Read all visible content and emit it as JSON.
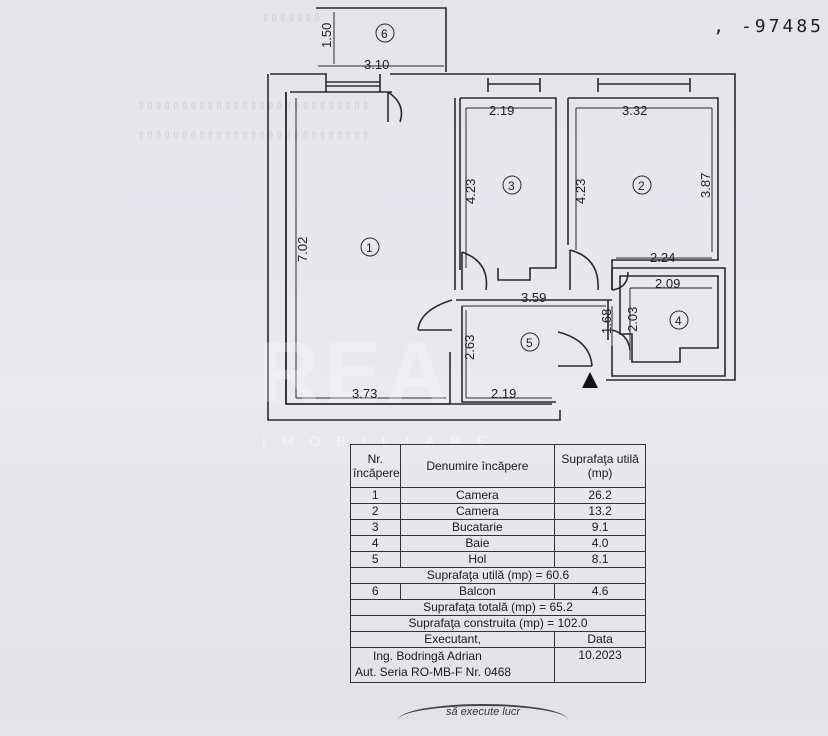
{
  "document_number": ", -97485",
  "plan": {
    "dimensions": {
      "balcony_height": "1.50",
      "balcony_width": "3.10",
      "kitchen_width": "2.19",
      "room2_width": "3.32",
      "kitchen_height": "4.23",
      "room2_height_left": "4.23",
      "room2_height_right": "3.87",
      "room1_height": "7.02",
      "room2_bottom": "2.24",
      "bath_width": "2.09",
      "hall_width": "3.59",
      "bath_height": "2.03",
      "hall_height": "2.63",
      "hall_inner_height": "1.68",
      "room1_bottom": "3.73",
      "hall_bottom": "2.19"
    },
    "room_numbers": [
      "1",
      "2",
      "3",
      "4",
      "5",
      "6"
    ]
  },
  "watermark": {
    "brand": "REA",
    "sub": "IMOBILIARE"
  },
  "legend": {
    "headers": {
      "nr": "Nr. încăpere",
      "name": "Denumire încăpere",
      "area": "Suprafaţa utilă (mp)"
    },
    "rooms": [
      {
        "nr": "1",
        "name": "Camera",
        "area": "26.2"
      },
      {
        "nr": "2",
        "name": "Camera",
        "area": "13.2"
      },
      {
        "nr": "3",
        "name": "Bucatarie",
        "area": "9.1"
      },
      {
        "nr": "4",
        "name": "Baie",
        "area": "4.0"
      },
      {
        "nr": "5",
        "name": "Hol",
        "area": "8.1"
      }
    ],
    "useful_total": "Suprafaţa utilă (mp) = 60.6",
    "balcony": {
      "nr": "6",
      "name": "Balcon",
      "area": "4.6"
    },
    "total": "Suprafaţa totală (mp) = 65.2",
    "built": "Suprafaţa construita (mp) = 102.0",
    "executant_label": "Executant,",
    "date_label": "Data",
    "engineer": "Ing. Bodringă Adrian",
    "authorization": "Aut. Seria RO-MB-F Nr. 0468",
    "date": "10.2023"
  },
  "stamp_text": "să execute lucr"
}
